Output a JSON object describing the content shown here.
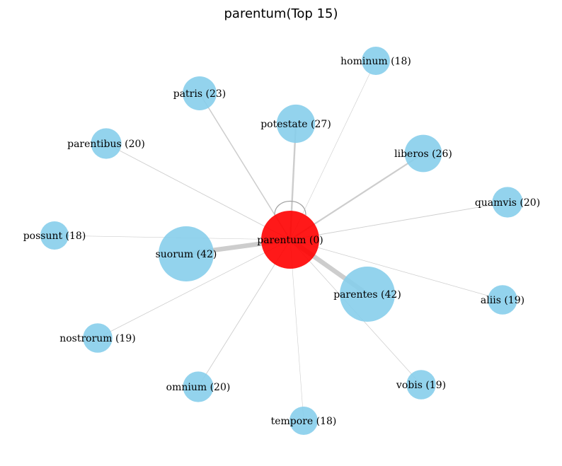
{
  "title": "parentum(Top 15)",
  "colors": {
    "center_node": "#ff0000",
    "leaf_node": "#87ceeb",
    "edge": "#c0c0c0"
  },
  "center": {
    "label": "parentum (0)"
  },
  "nodes": [
    {
      "id": "hominum",
      "label": "hominum (18)",
      "weight": 18
    },
    {
      "id": "patris",
      "label": "patris (23)",
      "weight": 23
    },
    {
      "id": "potestate",
      "label": "potestate (27)",
      "weight": 27
    },
    {
      "id": "liberos",
      "label": "liberos (26)",
      "weight": 26
    },
    {
      "id": "parentibus",
      "label": "parentibus (20)",
      "weight": 20
    },
    {
      "id": "quamvis",
      "label": "quamvis (20)",
      "weight": 20
    },
    {
      "id": "possunt",
      "label": "possunt (18)",
      "weight": 18
    },
    {
      "id": "suorum",
      "label": "suorum (42)",
      "weight": 42
    },
    {
      "id": "parentes",
      "label": "parentes (42)",
      "weight": 42
    },
    {
      "id": "aliis",
      "label": "aliis (19)",
      "weight": 19
    },
    {
      "id": "nostrorum",
      "label": "nostrorum (19)",
      "weight": 19
    },
    {
      "id": "omnium",
      "label": "omnium (20)",
      "weight": 20
    },
    {
      "id": "vobis",
      "label": "vobis (19)",
      "weight": 19
    },
    {
      "id": "tempore",
      "label": "tempore (18)",
      "weight": 18
    }
  ]
}
